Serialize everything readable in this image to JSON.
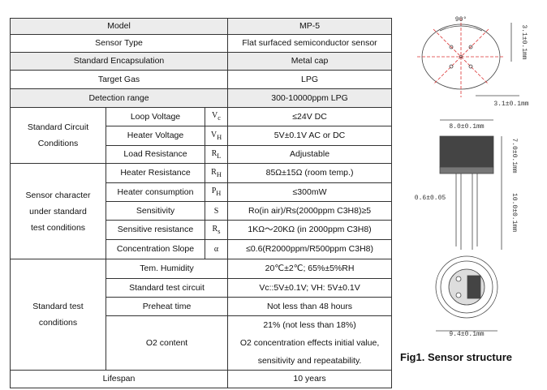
{
  "rows": {
    "model": {
      "label": "Model",
      "value": "MP-5"
    },
    "sensor": {
      "label": "Sensor Type",
      "value": "Flat surfaced semiconductor sensor"
    },
    "encap": {
      "label": "Standard Encapsulation",
      "value": "Metal cap"
    },
    "gas": {
      "label": "Target Gas",
      "value": "LPG"
    },
    "range": {
      "label": "Detection range",
      "value": "300-10000ppm LPG"
    }
  },
  "circuit": {
    "group": [
      "Standard Circuit",
      "Conditions"
    ],
    "items": [
      {
        "name": "Loop Voltage",
        "sym": "Vc",
        "value": "≤24V DC"
      },
      {
        "name": "Heater Voltage",
        "sym": "VH",
        "value": "5V±0.1V AC or DC"
      },
      {
        "name": "Load Resistance",
        "sym": "RL",
        "value": "Adjustable"
      }
    ]
  },
  "character": {
    "group": [
      "Sensor character",
      "under standard",
      "test conditions"
    ],
    "items": [
      {
        "name": "Heater Resistance",
        "sym": "RH",
        "value": "85Ω±15Ω (room temp.)"
      },
      {
        "name": "Heater consumption",
        "sym": "PH",
        "value": "≤300mW"
      },
      {
        "name": "Sensitivity",
        "sym": "S",
        "value": "Ro(in air)/Rs(2000ppm C3H8)≥5"
      },
      {
        "name": "Sensitive resistance",
        "sym": "Rs",
        "value": "1KΩ～20KΩ (in 2000ppm C3H8)"
      },
      {
        "name": "Concentration Slope",
        "sym": "α",
        "value": "≤0.6(R2000ppm/R500ppm C3H8)"
      }
    ]
  },
  "test": {
    "group": [
      "Standard test",
      "conditions"
    ],
    "items": [
      {
        "name": "Tem.   Humidity",
        "value": "20℃±2℃; 65%±5%RH"
      },
      {
        "name": "Standard test circuit",
        "value": "Vc::5V±0.1V; VH: 5V±0.1V"
      },
      {
        "name": "Preheat time",
        "value": "Not less than 48 hours"
      }
    ],
    "o2": {
      "name": "O2 content",
      "lines": [
        "21% (not less than 18%)",
        "O2 concentration effects initial value,",
        "sensitivity and repeatability."
      ]
    }
  },
  "lifespan": {
    "label": "Lifespan",
    "value": "10 years"
  },
  "figure": {
    "caption": "Fig1. Sensor structure",
    "dims": {
      "angle": "90°",
      "pin_gap": "3.1±0.1mm",
      "pitch": "3.1±0.1mm",
      "cap_width": "8.0±0.1mm",
      "cap_height": "7.0±0.1mm",
      "pin_dia": "0.6±0.05",
      "pin_length": "10.0±0.1mm",
      "base_dia": "9.4±0.1mm"
    }
  }
}
